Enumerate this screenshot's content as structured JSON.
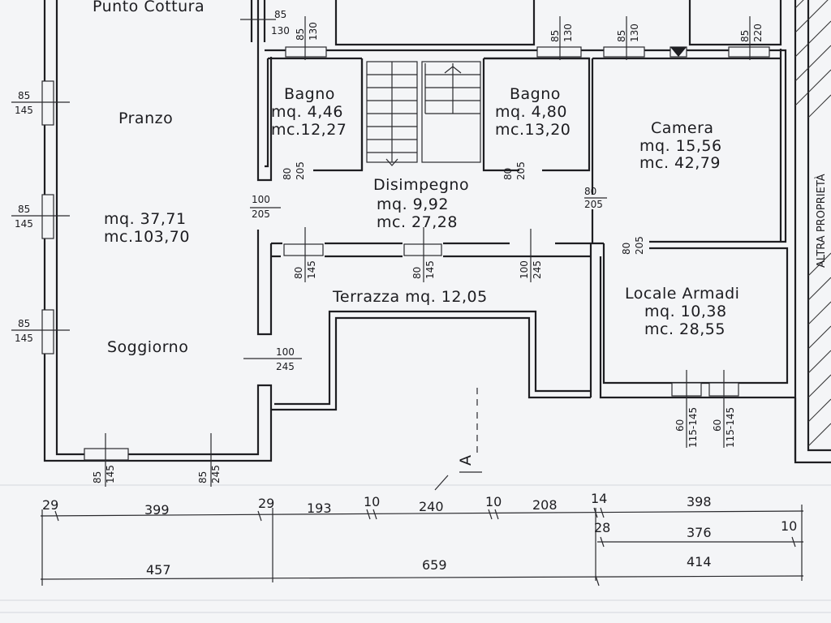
{
  "rooms": {
    "punto_cottura": "Punto Cottura",
    "pranzo": "Pranzo",
    "soggiorno": "Soggiorno",
    "living_mq": "mq. 37,71",
    "living_mc": "mc.103,70",
    "bagno1_title": "Bagno",
    "bagno1_mq": "mq. 4,46",
    "bagno1_mc": "mc.12,27",
    "bagno2_title": "Bagno",
    "bagno2_mq": "mq. 4,80",
    "bagno2_mc": "mc.13,20",
    "camera_title": "Camera",
    "camera_mq": "mq. 15,56",
    "camera_mc": "mc. 42,79",
    "disimpegno_title": "Disimpegno",
    "disimpegno_mq": "mq. 9,92",
    "disimpegno_mc": "mc. 27,28",
    "terrazza": "Terrazza mq. 12,05",
    "armadi_title": "Locale Armadi",
    "armadi_mq": "mq. 10,38",
    "armadi_mc": "mc. 28,55",
    "altra_proprieta": "ALTRA PROPRIETÀ",
    "section_marker": "A"
  },
  "openings": {
    "w_top_left": {
      "num": "85",
      "den": "130"
    },
    "w_bagno1": {
      "num": "85",
      "den": "130"
    },
    "w_bagno2": {
      "num": "85",
      "den": "130"
    },
    "w_camera_left": {
      "num": "85",
      "den": "130"
    },
    "w_camera_right": {
      "num": "85",
      "den": "220"
    },
    "w_left_1": {
      "num": "85",
      "den": "145"
    },
    "w_left_2": {
      "num": "85",
      "den": "145"
    },
    "w_left_3": {
      "num": "85",
      "den": "145"
    },
    "d_bagno1": {
      "num": "80",
      "den": "205"
    },
    "d_bagno2": {
      "num": "80",
      "den": "205"
    },
    "d_disimpegno_left": {
      "num": "100",
      "den": "205"
    },
    "d_camera": {
      "num": "80",
      "den": "205"
    },
    "d_armadi": {
      "num": "80",
      "den": "205"
    },
    "t_1": {
      "num": "80",
      "den": "145"
    },
    "t_2": {
      "num": "80",
      "den": "145"
    },
    "t_3": {
      "num": "100",
      "den": "245"
    },
    "d_soggiorno_terrazza": {
      "num": "100",
      "den": "245"
    },
    "b_soggiorno_win": {
      "num": "85",
      "den": "145"
    },
    "b_soggiorno_door": {
      "num": "85",
      "den": "245"
    },
    "b_armadi_1": {
      "num": "60",
      "den": "115-145"
    },
    "b_armadi_2": {
      "num": "60",
      "den": "115-145"
    }
  },
  "dimensions": {
    "top": [
      "29",
      "399",
      "29",
      "193",
      "10",
      "240",
      "10",
      "208",
      "14",
      "398"
    ],
    "mid_right": [
      "28",
      "376",
      "10"
    ],
    "bottom": [
      "457",
      "659",
      "414"
    ]
  }
}
